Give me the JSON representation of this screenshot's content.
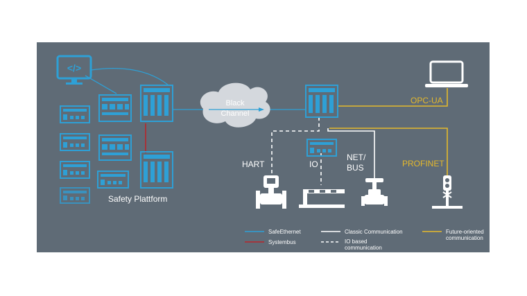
{
  "labels": {
    "black_channel_line1": "Black",
    "black_channel_line2": "Channel",
    "opc_ua": "OPC-UA",
    "profinet": "PROFINET",
    "hart": "HART",
    "io": "IO",
    "netbus_line1": "NET/",
    "netbus_line2": "BUS",
    "safety_platform": "Safety Plattform",
    "code_icon_text": "</>"
  },
  "legend": {
    "safe_ethernet": "SafeEthernet",
    "systembus": "Systembus",
    "classic": "Classic Communication",
    "io_based_line1": "IO based",
    "io_based_line2": "communication",
    "future_line1": "Future-oriented",
    "future_line2": "communication"
  },
  "colors": {
    "background": "#5f6b76",
    "safe_ethernet": "#2ea0d6",
    "systembus": "#b8242a",
    "classic": "#ffffff",
    "future": "#e5b92c",
    "text": "#ffffff"
  }
}
